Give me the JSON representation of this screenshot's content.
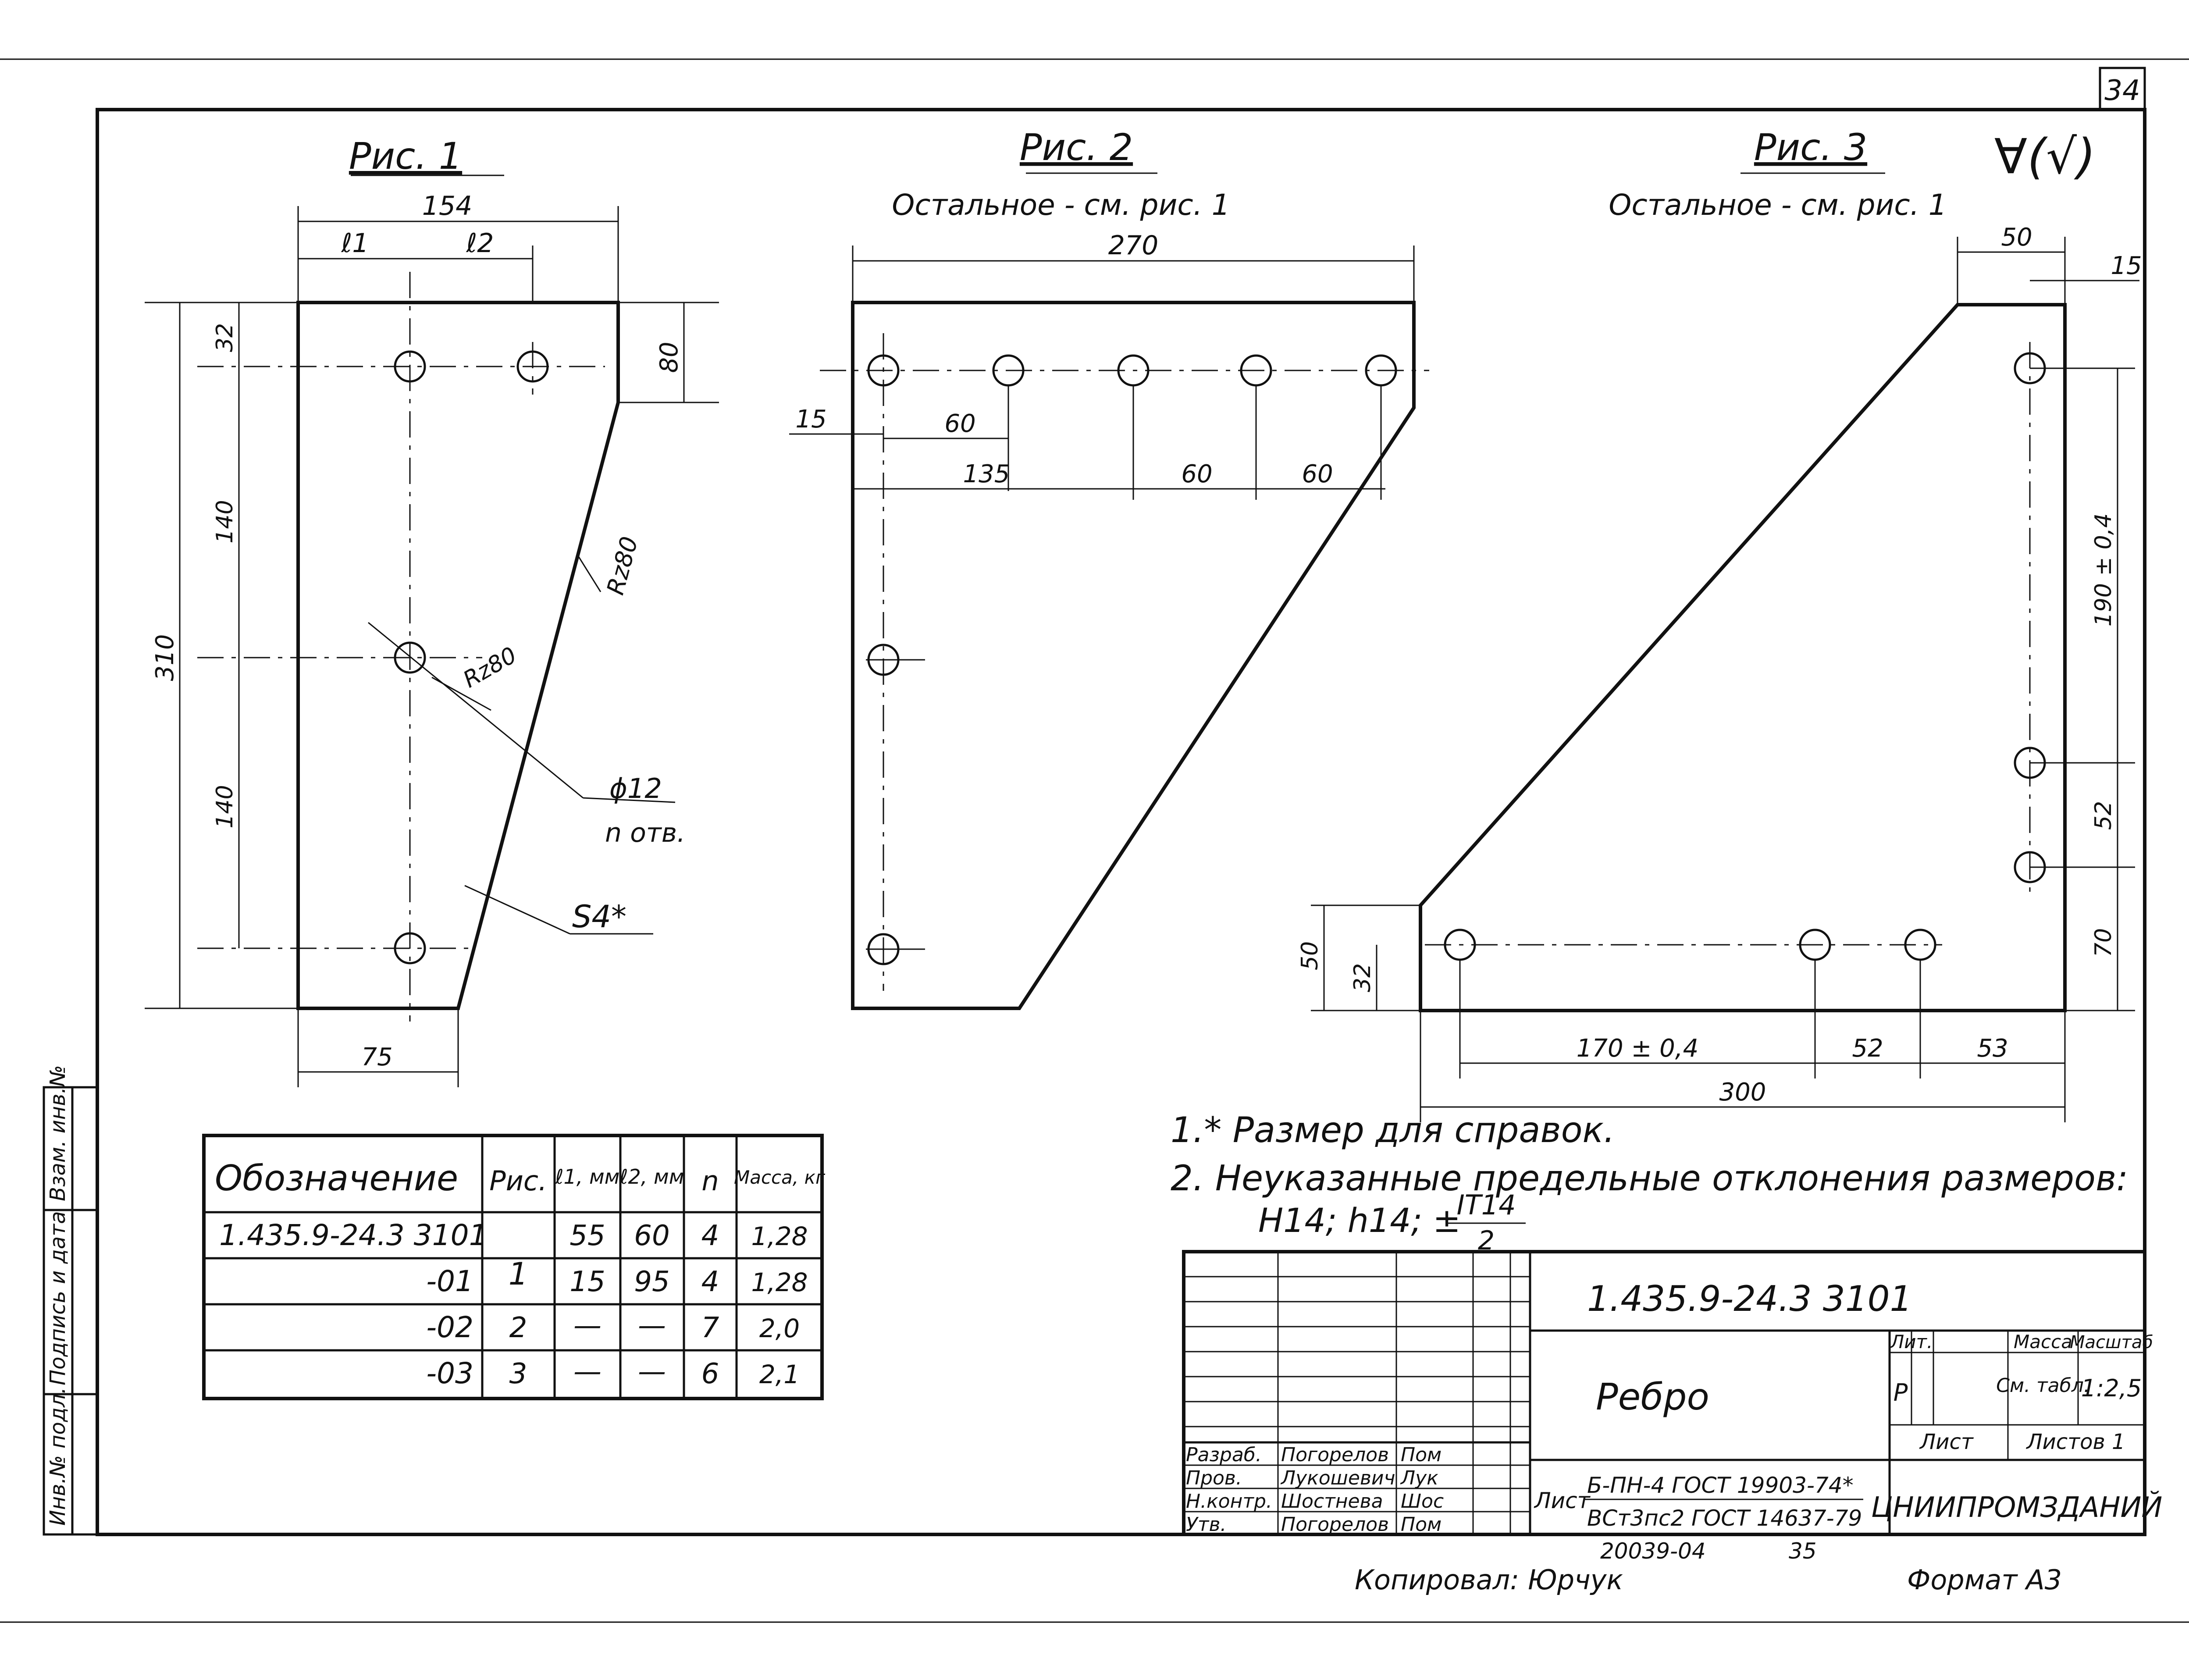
{
  "sheet_number": "34",
  "roughness_symbol": "∀(√)",
  "fig1": {
    "title": "Рис. 1",
    "dims": {
      "width": "154",
      "l1": "ℓ1",
      "l2": "ℓ2",
      "top_offset": "32",
      "right_step": "80",
      "height_total": "310",
      "upper": "140",
      "lower": "140",
      "bottom": "75"
    },
    "roughness_edge": "Rz80",
    "roughness_hole": "Rz80",
    "hole_label": "ϕ12",
    "hole_count": "n отв.",
    "thickness": "S4*"
  },
  "fig2": {
    "title": "Рис. 2",
    "subtitle": "Остальное - см. рис. 1",
    "dims": {
      "width": "270",
      "edge": "15",
      "pitch1": "60",
      "first": "135",
      "pitch2": "60",
      "pitch3": "60"
    }
  },
  "fig3": {
    "title": "Рис. 3",
    "subtitle": "Остальное - см. рис. 1",
    "dims": {
      "top": "50",
      "top_edge": "15",
      "vertical_main": "190 ± 0,4",
      "vertical_mid": "52",
      "vertical_bottom": "70",
      "left_height": "50",
      "left_edge": "32",
      "horiz_main": "170 ± 0,4",
      "horiz_mid": "52",
      "horiz_end": "53",
      "width": "300"
    }
  },
  "spec_table": {
    "headers": [
      "Обозначение",
      "Рис.",
      "ℓ1, мм",
      "ℓ2, мм",
      "n",
      "Масса, кг"
    ],
    "rows": [
      [
        "1.435.9-24.3 3101",
        "1",
        "55",
        "60",
        "4",
        "1,28"
      ],
      [
        "-01",
        "",
        "15",
        "95",
        "4",
        "1,28"
      ],
      [
        "-02",
        "2",
        "—",
        "—",
        "7",
        "2,0"
      ],
      [
        "-03",
        "3",
        "—",
        "—",
        "6",
        "2,1"
      ]
    ]
  },
  "notes": {
    "line1": "1.* Размер для справок.",
    "line2": "2. Неуказанные предельные отклонения размеров:",
    "line3": "Н14; h14; ±",
    "fraction_num": "IT14",
    "fraction_den": "2"
  },
  "title_block": {
    "code": "1.435.9-24.3  3101",
    "name": "Ребро",
    "lit_label": "Лит.",
    "lit_value": "Р",
    "mass_label": "Масса",
    "mass_value": "См. табл.",
    "scale_label": "Масштаб",
    "scale_value": "1:2,5",
    "sheet_label": "Лист",
    "sheets_label": "Листов 1",
    "material_prefix": "Лист",
    "material_line1": "Б-ПН-4 ГОСТ 19903-74*",
    "material_line2": "ВСт3пс2 ГОСТ 14637-79",
    "org": "ЦНИИПРОМЗДАНИЙ",
    "roles": [
      "Разраб.",
      "Пров.",
      "Н.контр.",
      "Утв."
    ],
    "names": [
      "Погорелов",
      "Лукошевич",
      "Шостнева",
      "Погорелов"
    ],
    "signatures": [
      "Пом",
      "Лук",
      "Шос",
      "Пом"
    ],
    "stamp": "20039-04",
    "stamp_page": "35"
  },
  "side_stamp": [
    "Инв.№ подл.",
    "Подпись и дата",
    "Взам. инв.№"
  ],
  "footer": {
    "copied": "Копировал: Юрчук",
    "format": "Формат А3"
  }
}
